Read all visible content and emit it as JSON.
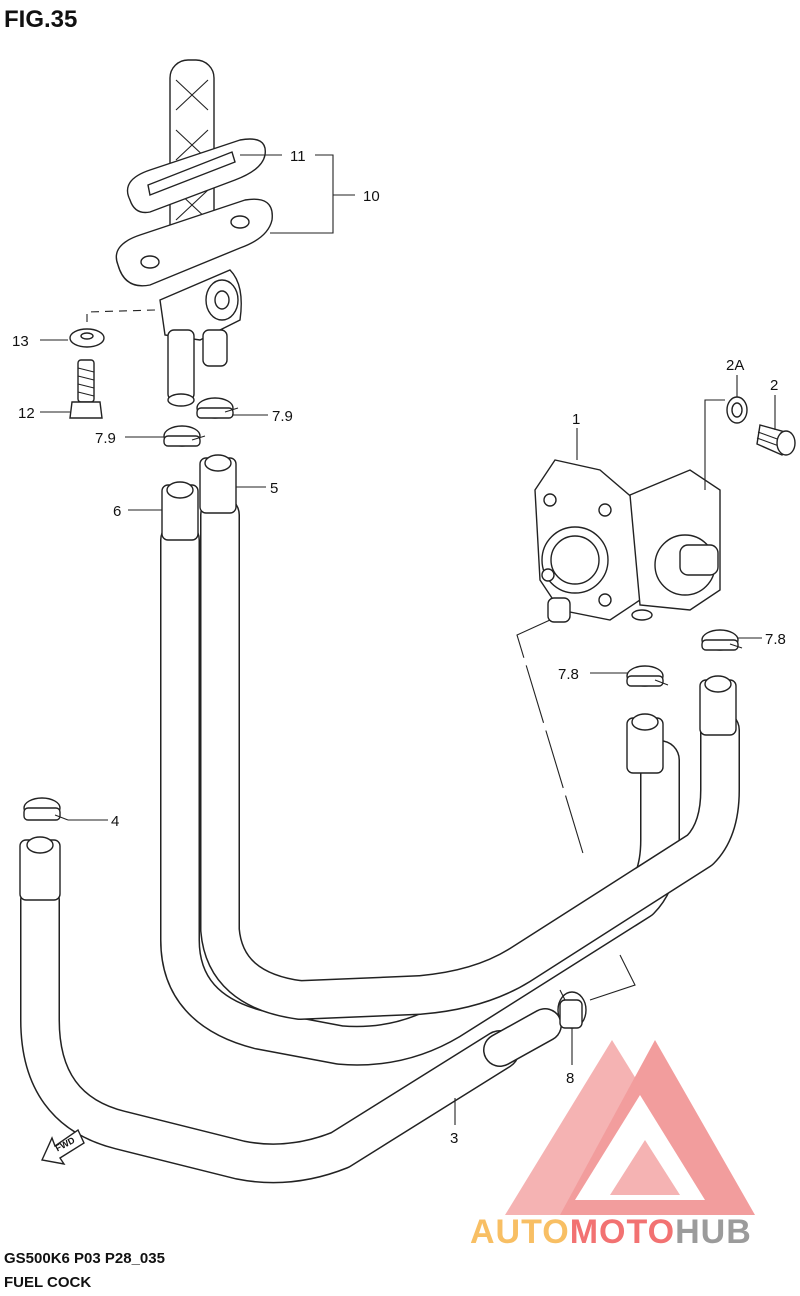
{
  "figure": {
    "title": "FIG.35"
  },
  "footer": {
    "code": "GS500K6 P03 P28_035",
    "name": "FUEL COCK"
  },
  "callouts": [
    {
      "id": "11",
      "label": "11"
    },
    {
      "id": "10",
      "label": "10"
    },
    {
      "id": "13",
      "label": "13"
    },
    {
      "id": "12",
      "label": "12"
    },
    {
      "id": "7.9-right",
      "label": "7.9"
    },
    {
      "id": "7.9-left",
      "label": "7.9"
    },
    {
      "id": "5",
      "label": "5"
    },
    {
      "id": "6",
      "label": "6"
    },
    {
      "id": "2A",
      "label": "2A"
    },
    {
      "id": "2",
      "label": "2"
    },
    {
      "id": "1",
      "label": "1"
    },
    {
      "id": "7.8-right",
      "label": "7.8"
    },
    {
      "id": "7.8-left",
      "label": "7.8"
    },
    {
      "id": "4",
      "label": "4"
    },
    {
      "id": "8",
      "label": "8"
    },
    {
      "id": "3",
      "label": "3"
    }
  ],
  "fwd_arrow": {
    "label": "FWD"
  },
  "watermark": {
    "part1": "AUTO",
    "part2": "MOTO",
    "part3": "HUB",
    "color1": "#f7b54a",
    "color2": "#f05a5a",
    "color3": "#8a8a8a"
  }
}
